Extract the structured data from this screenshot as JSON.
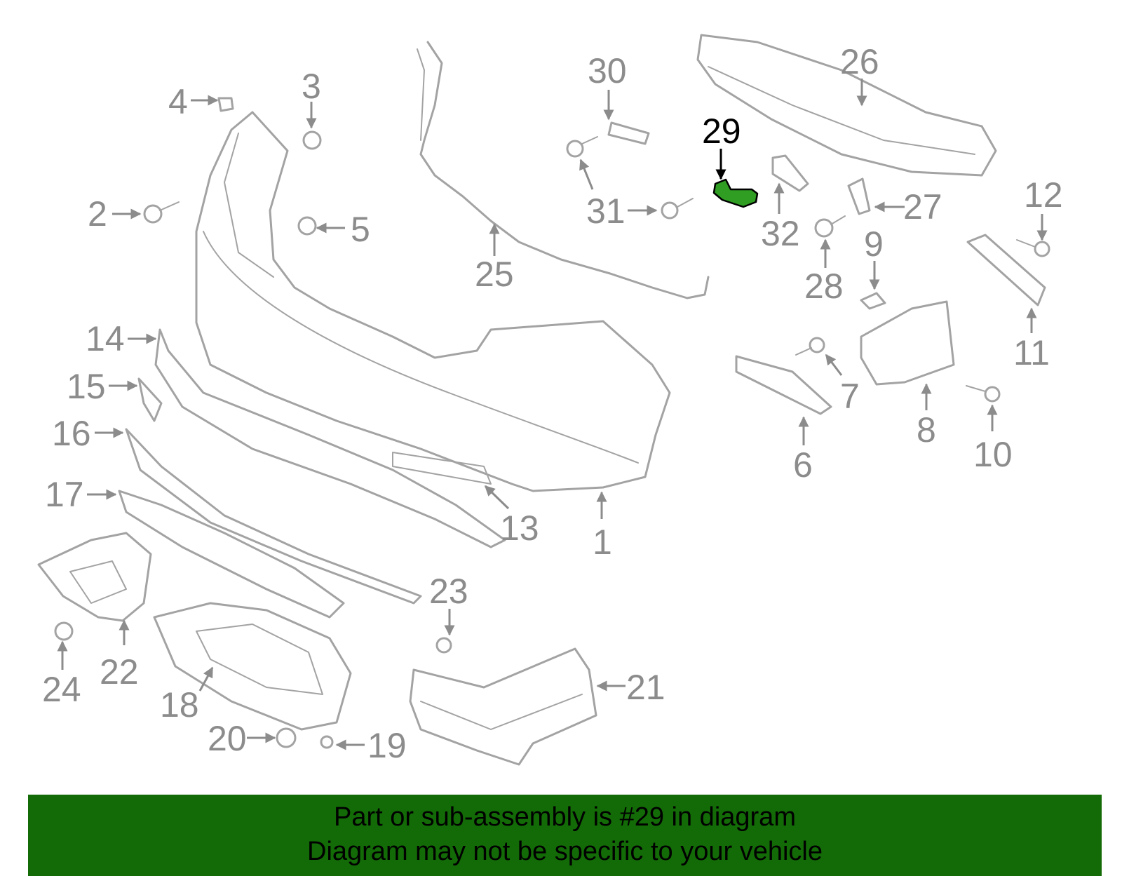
{
  "diagram": {
    "highlight_color": "#136b07",
    "highlighted_part": "29",
    "callouts": [
      "1",
      "2",
      "3",
      "4",
      "5",
      "6",
      "7",
      "8",
      "9",
      "10",
      "11",
      "12",
      "13",
      "14",
      "15",
      "16",
      "17",
      "18",
      "19",
      "20",
      "21",
      "22",
      "23",
      "24",
      "25",
      "26",
      "27",
      "28",
      "29",
      "30",
      "31",
      "32"
    ]
  },
  "banner": {
    "background": "#136b07",
    "line1": "Part or sub-assembly is #29 in diagram",
    "line2": "Diagram may not be specific to your vehicle"
  }
}
